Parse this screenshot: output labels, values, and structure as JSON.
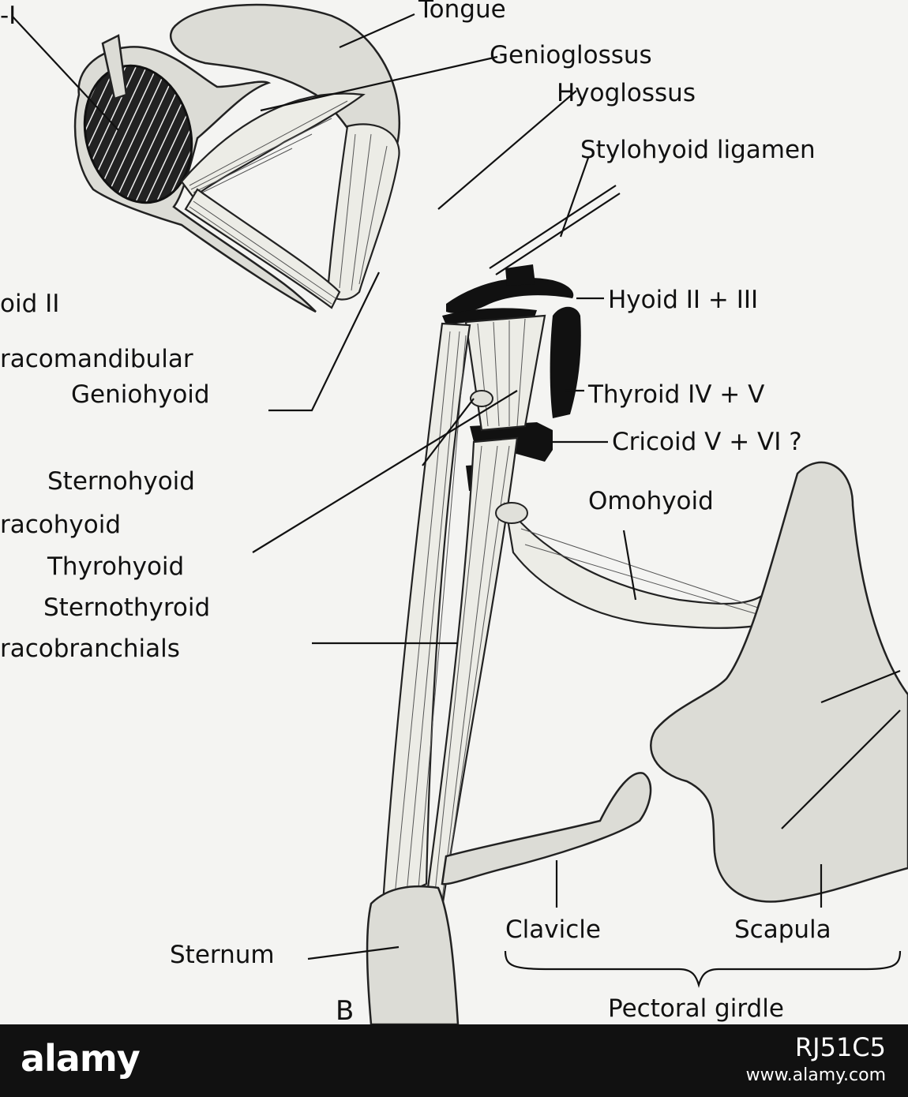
{
  "diagram": {
    "labels": {
      "tongue": "Tongue",
      "genioglossus": "Genioglossus",
      "hyoglossus": "Hyoglossus",
      "stylohyoid_ligament": "Stylohyoid ligamen",
      "hyoid_2_3": "Hyoid II + III",
      "hyoid_2_left": "oid II",
      "coracomandibular": "racomandibular",
      "geniohyoid": "Geniohyoid",
      "thyroid": "Thyroid IV + V",
      "cricoid": "Cricoid V + VI ?",
      "omohyoid": "Omohyoid",
      "sternohyoid": "Sternohyoid",
      "coracohyoid": "racohyoid",
      "thyrohyoid": "Thyrohyoid",
      "sternothyroid": "Sternothyroid",
      "coracobranchials": "racobranchials",
      "sternum": "Sternum",
      "clavicle": "Clavicle",
      "scapula": "Scapula",
      "pectoral_girdle": "Pectoral girdle",
      "panel": "B",
      "top_left": "-I"
    }
  },
  "footer": {
    "brand": "alamy",
    "image_id": "RJ51C5",
    "url": "www.alamy.com"
  }
}
